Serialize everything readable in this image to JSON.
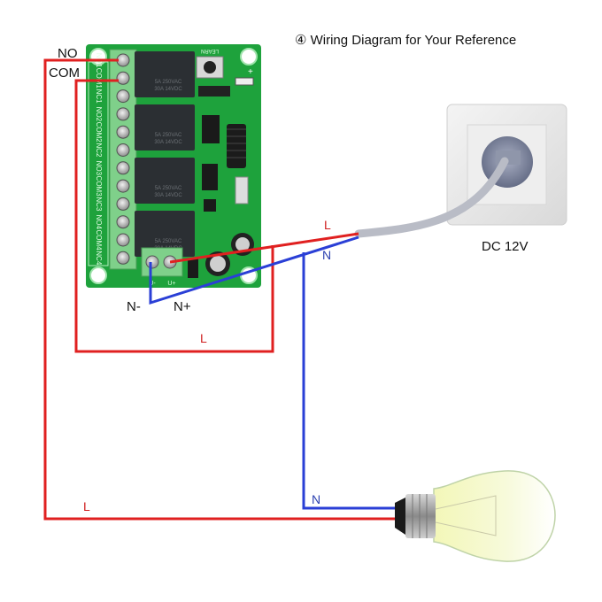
{
  "title": "④ Wiring Diagram for Your Reference",
  "colors": {
    "live_wire": "#e02020",
    "neutral_wire": "#2a3fd6",
    "pcb_green": "#1ea23c",
    "terminal_green": "#7fd08a",
    "relay_body": "#2b2f33",
    "label_red": "#d02020",
    "label_blue": "#2a3fb0",
    "text_dark": "#111111"
  },
  "board": {
    "button_label": "LEARN",
    "terminal_labels": [
      "NO1",
      "COM1",
      "NC1",
      "NO2",
      "COM2",
      "NC2",
      "NO3",
      "COM3",
      "NC3",
      "NO4",
      "COM4",
      "NC4"
    ],
    "power_terminal_labels": [
      "U-",
      "U+"
    ],
    "relay_text_line1": "5A 250VAC",
    "relay_text_line2": "30A 14VDC",
    "relay_count": 4
  },
  "labels": {
    "no": "NO",
    "com": "COM",
    "n_minus": "N-",
    "n_plus": "N+",
    "source_l": "L",
    "source_n": "N",
    "loop_l": "L",
    "bottom_l": "L",
    "lamp_n": "N",
    "power_source": "DC 12V"
  }
}
